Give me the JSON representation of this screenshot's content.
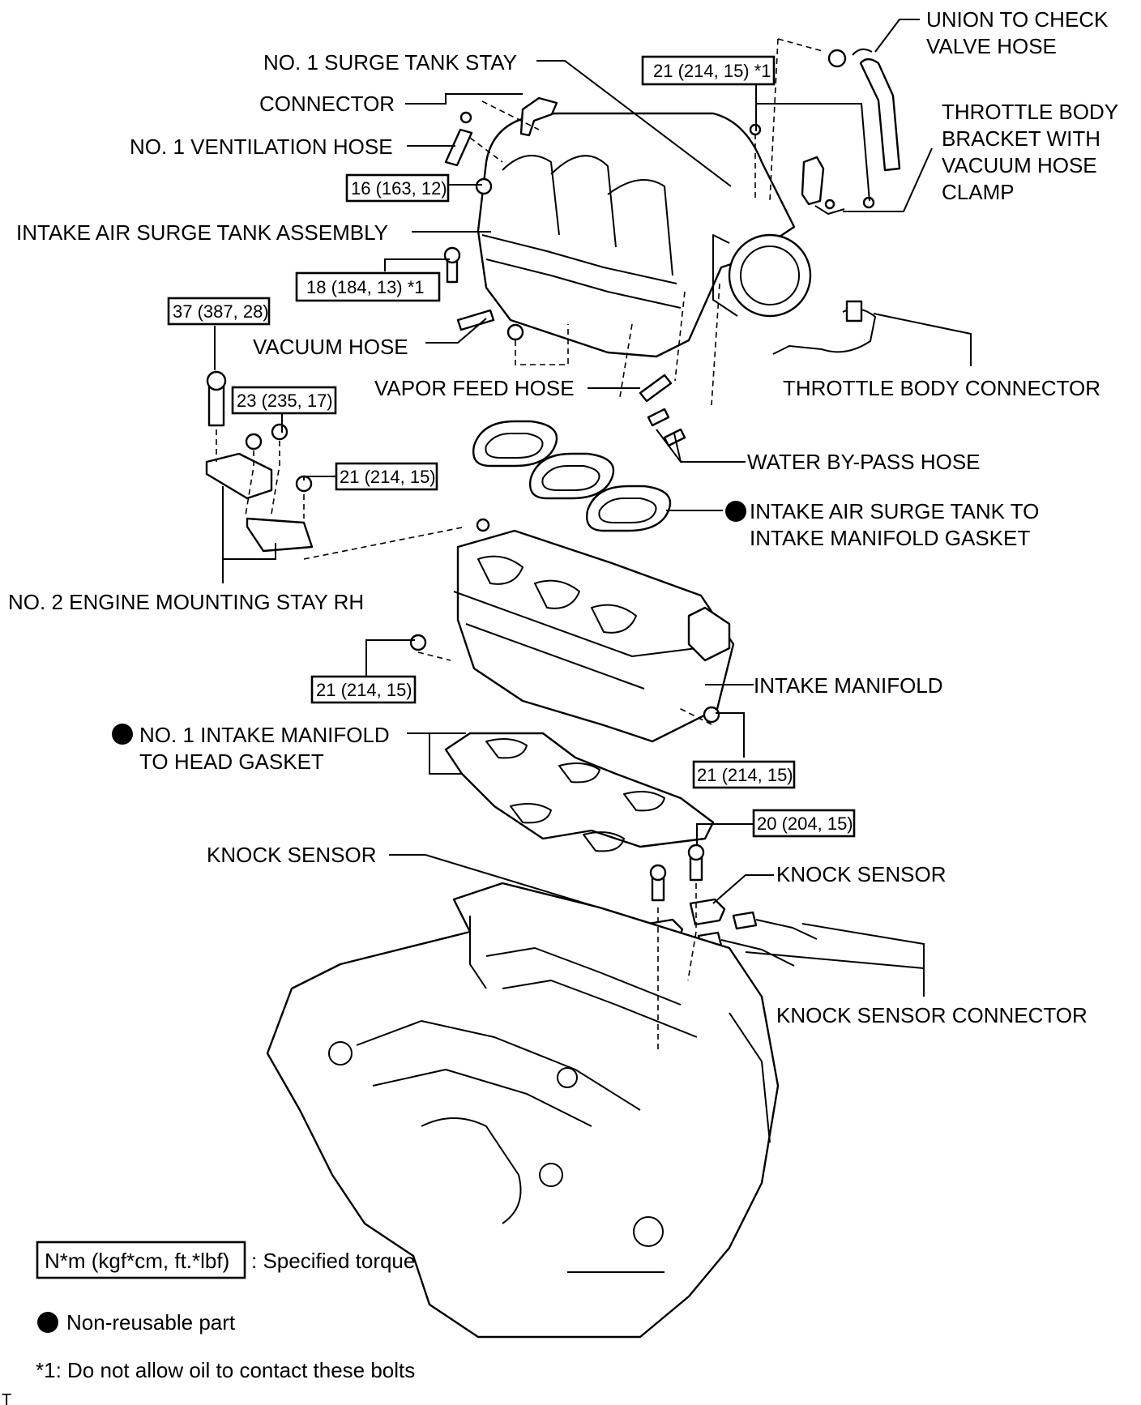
{
  "labels": {
    "union_hose": [
      "UNION TO CHECK",
      "VALVE HOSE"
    ],
    "surge_stay": "NO. 1 SURGE TANK STAY",
    "connector": "CONNECTOR",
    "vent_hose": "NO. 1 VENTILATION HOSE",
    "tb_bracket": [
      "THROTTLE BODY",
      "BRACKET WITH",
      "VACUUM HOSE",
      "CLAMP"
    ],
    "surge_tank": "INTAKE AIR SURGE TANK ASSEMBLY",
    "vacuum_hose": "VACUUM HOSE",
    "tb_connector": "THROTTLE BODY CONNECTOR",
    "vapor_hose": "VAPOR FEED HOSE",
    "water_bypass": "WATER BY-PASS HOSE",
    "surge_gasket": [
      "INTAKE AIR SURGE TANK TO",
      "INTAKE MANIFOLD GASKET"
    ],
    "mount_stay": "NO. 2 ENGINE MOUNTING STAY RH",
    "intake_manifold": "INTAKE MANIFOLD",
    "head_gasket": [
      "NO. 1 INTAKE MANIFOLD",
      "TO HEAD GASKET"
    ],
    "knock_sensor_left": "KNOCK SENSOR",
    "knock_sensor_right": "KNOCK SENSOR",
    "knock_connector": "KNOCK SENSOR CONNECTOR"
  },
  "torques": {
    "t_union": "21 (214, 15) *1",
    "t_16": "16 (163, 12)",
    "t_18": "18 (184, 13) *1",
    "t_37": "37 (387, 28)",
    "t_23": "23 (235, 17)",
    "t_21_stay": "21 (214, 15)",
    "t_21_left": "21 (214, 15)",
    "t_21_right": "21 (214, 15)",
    "t_20": "20 (204, 15)"
  },
  "legend": {
    "torque_box": "N*m (kgf*cm, ft.*lbf)",
    "torque_text": ": Specified torque",
    "nonreusable": "Non-reusable part",
    "note": "*1: Do not allow oil to contact these bolts",
    "corner_mark": "T"
  },
  "colors": {
    "ink": "#000000",
    "paper": "#ffffff"
  }
}
